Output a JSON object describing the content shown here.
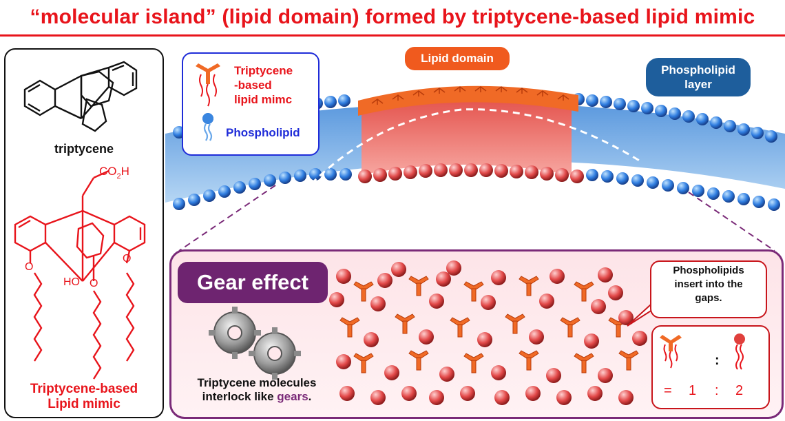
{
  "title": "“molecular island” (lipid domain) formed by triptycene-based lipid mimic",
  "left_panel": {
    "triptycene_label": "triptycene",
    "mimic_label_line1": "Triptycene-based",
    "mimic_label_line2": "Lipid mimic",
    "co2h_label": "CO",
    "co2h_sub": "2",
    "co2h_h": "H",
    "ho_label": "HO",
    "o_label": "O"
  },
  "legend": {
    "mimic_line1": "Triptycene",
    "mimic_line2": "-based",
    "mimic_line3": "lipid mimc",
    "phospholipid": "Phospholipid"
  },
  "scene": {
    "lipid_domain_label": "Lipid domain",
    "phospholipid_layer_line1": "Phospholipid",
    "phospholipid_layer_line2": "layer"
  },
  "detail": {
    "gear_effect_label": "Gear effect",
    "gear_caption_line1": "Triptycene molecules",
    "gear_caption_line2a": "interlock like ",
    "gear_caption_gears": "gears",
    "gear_caption_period": ".",
    "callout_line1": "Phospholipids",
    "callout_line2": "insert into the",
    "callout_line3": "gaps.",
    "ratio_colon": ":",
    "ratio_eq": "=",
    "ratio_left": "1",
    "ratio_sep": ":",
    "ratio_right": "2"
  },
  "colors": {
    "title_red": "#e8141b",
    "mimic_red": "#e8141b",
    "phospholipid_blue": "#2f6fd6",
    "domain_orange": "#f05a1e",
    "gear_purple": "#6e2470",
    "layer_navy": "#1e5e9c"
  }
}
